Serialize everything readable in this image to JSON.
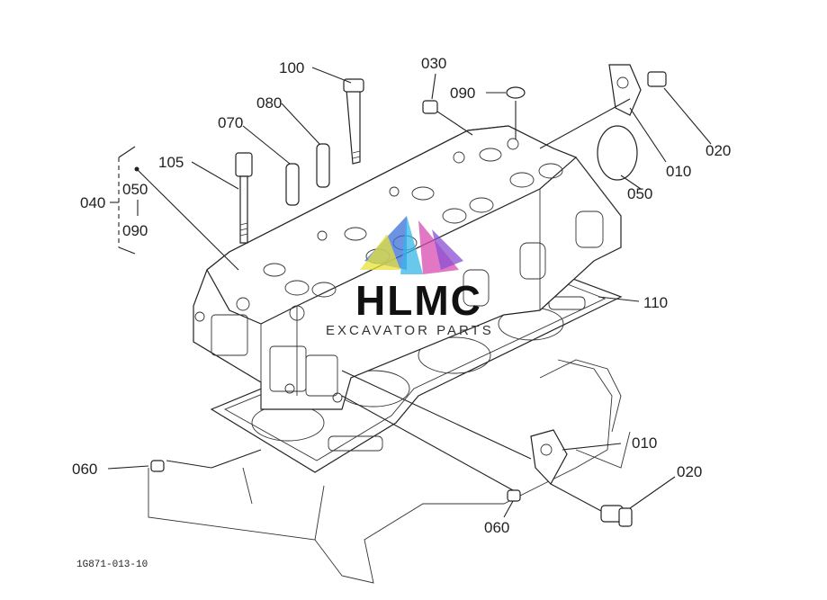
{
  "callouts": {
    "c100": "100",
    "c080": "080",
    "c070": "070",
    "c105": "105",
    "c040": "040",
    "c050_group": "050",
    "c090_group": "090",
    "c030": "030",
    "c090": "090",
    "c020_top": "020",
    "c010_top": "010",
    "c050_right": "050",
    "c110": "110",
    "c010_bottom": "010",
    "c020_bottom": "020",
    "c060_left": "060",
    "c060_bottom": "060"
  },
  "watermark": {
    "title": "HLMC",
    "subtitle": "EXCAVATOR PARTS",
    "colors": [
      "#3b6fd8",
      "#e8e23a",
      "#d84bb0",
      "#35b5e8",
      "#8a4fd1"
    ]
  },
  "figure_code": "1G871-013-10"
}
